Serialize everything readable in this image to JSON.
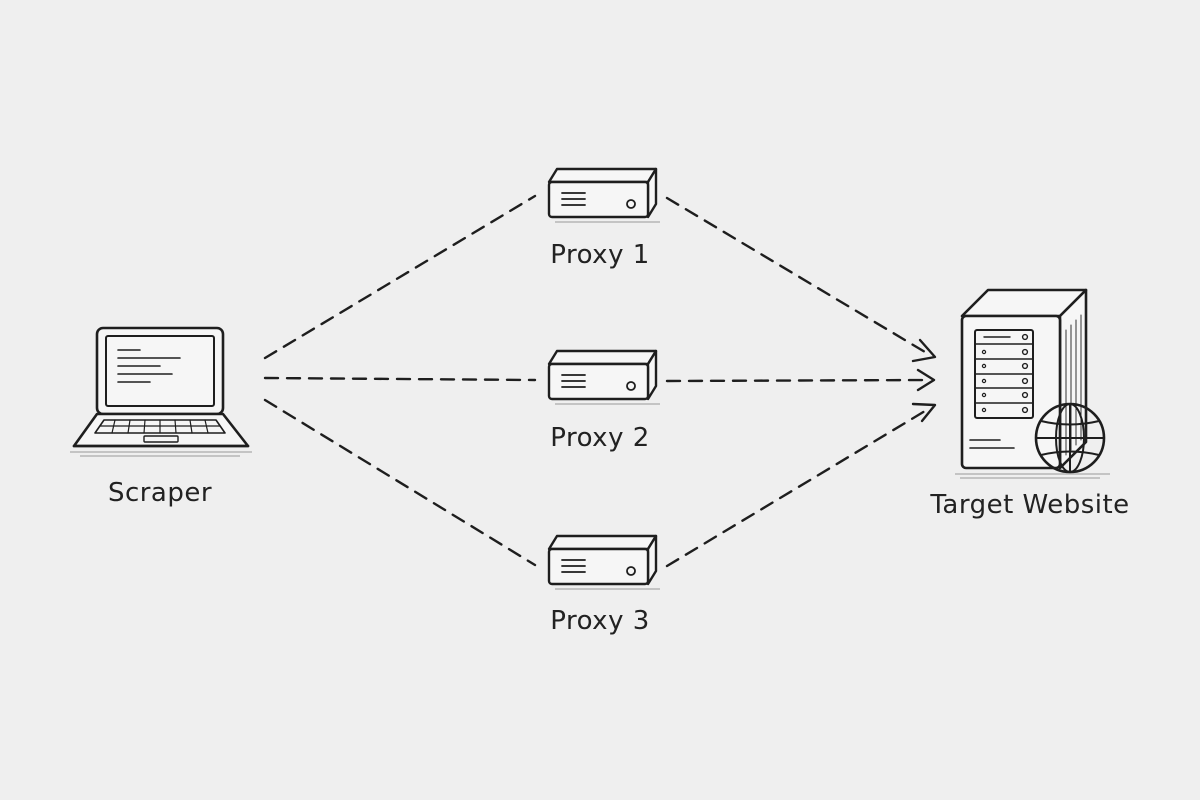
{
  "nodes": {
    "scraper": {
      "label": "Scraper",
      "icon": "laptop-icon"
    },
    "proxy1": {
      "label": "Proxy 1",
      "icon": "proxy-server-icon"
    },
    "proxy2": {
      "label": "Proxy 2",
      "icon": "proxy-server-icon"
    },
    "proxy3": {
      "label": "Proxy 3",
      "icon": "proxy-server-icon"
    },
    "target": {
      "label": "Target Website",
      "icon": "web-server-globe-icon"
    }
  },
  "edges": [
    {
      "from": "scraper",
      "to": "proxy1",
      "style": "dashed"
    },
    {
      "from": "scraper",
      "to": "proxy2",
      "style": "dashed"
    },
    {
      "from": "scraper",
      "to": "proxy3",
      "style": "dashed"
    },
    {
      "from": "proxy1",
      "to": "target",
      "style": "dashed-arrow"
    },
    {
      "from": "proxy2",
      "to": "target",
      "style": "dashed-arrow"
    },
    {
      "from": "proxy3",
      "to": "target",
      "style": "dashed-arrow"
    }
  ],
  "colors": {
    "background": "#efefef",
    "ink": "#1e1e1e"
  }
}
